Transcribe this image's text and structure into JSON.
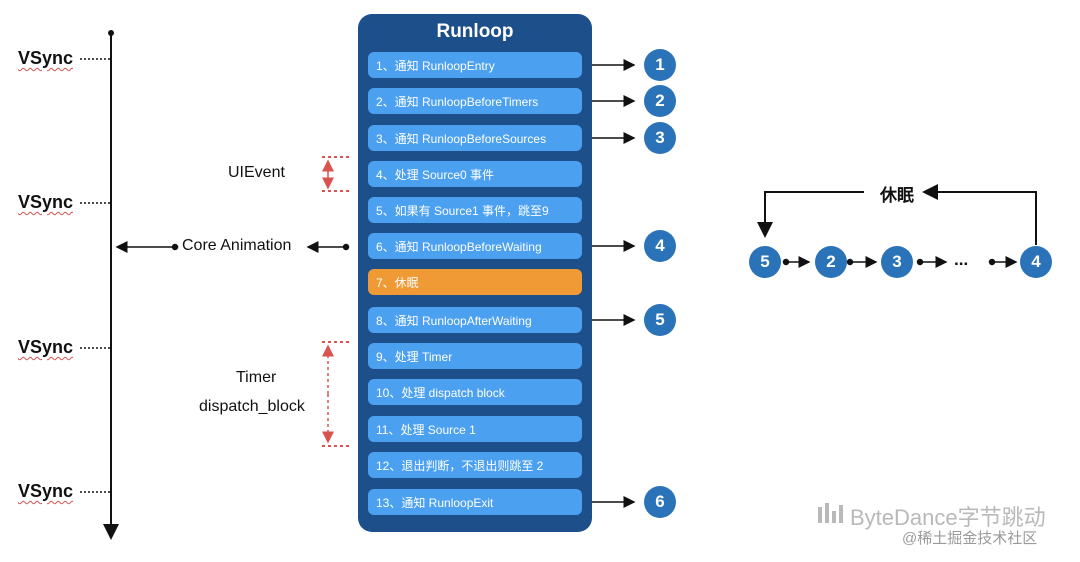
{
  "vsync_labels": [
    "VSync",
    "VSync",
    "VSync",
    "VSync"
  ],
  "side_labels": {
    "uievent": "UIEvent",
    "core_animation": "Core Animation",
    "timer": "Timer",
    "dispatch_block": "dispatch_block"
  },
  "runloop": {
    "title": "Runloop",
    "steps": [
      "1、通知 RunloopEntry",
      "2、通知 RunloopBeforeTimers",
      "3、通知 RunloopBeforeSources",
      "4、处理 Source0 事件",
      "5、如果有 Source1 事件，跳至9",
      "6、通知 RunloopBeforeWaiting",
      "7、休眠",
      "8、通知 RunloopAfterWaiting",
      "9、处理 Timer",
      "10、处理 dispatch block",
      "11、处理 Source 1",
      "12、退出判断，不退出则跳至 2",
      "13、通知 RunloopExit"
    ]
  },
  "observer_numbers": [
    "1",
    "2",
    "3",
    "4",
    "5",
    "6"
  ],
  "cycle": {
    "sleep_label": "休眠",
    "nodes": [
      "5",
      "2",
      "3",
      "...",
      "4"
    ]
  },
  "watermark": {
    "logo": "ByteDance字节跳动",
    "sub": "@稀土掘金技术社区"
  },
  "colors": {
    "panel": "#1d4f8a",
    "step": "#4ba0f0",
    "sleep_step": "#ef9a35",
    "circle": "#2b73b8",
    "dotted_red": "#d9534f"
  }
}
